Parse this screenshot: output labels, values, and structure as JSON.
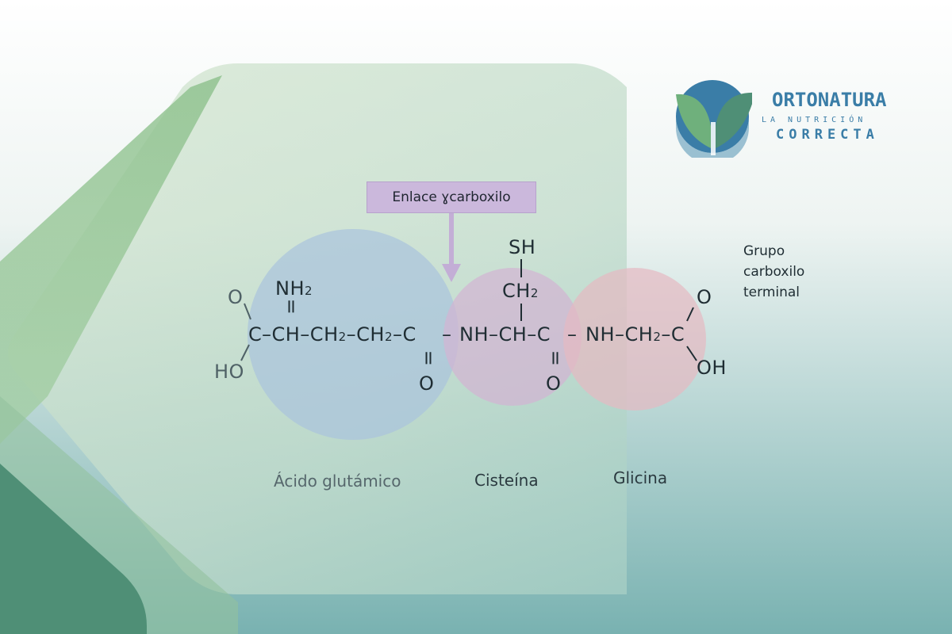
{
  "brand": {
    "name": "ORTONATURA",
    "tagline_1": "LA NUTRICIÓN",
    "tagline_2": "CORRECTA"
  },
  "callout": {
    "label": "Enlace ɣcarboxilo"
  },
  "structure": {
    "o_top_left": "O",
    "c_left": "C",
    "ho_left": "HO",
    "nh": "NH",
    "nh_sub": "2",
    "dbl_bond_symbol": "=",
    "glu_chain_1": "–CH–CH",
    "sub2a": "2",
    "glu_chain_2": "–CH",
    "sub2b": "2",
    "glu_chain_3": "–C",
    "link_1": "–",
    "o_glu": "O",
    "cys_chain": "NH–CH–C",
    "link_2": "–",
    "o_cys": "O",
    "sh": "SH",
    "ch": "CH",
    "ch_sub": "2",
    "gly_chain_1": "NH–CH",
    "sub2c": "2",
    "gly_chain_2": "–C",
    "o_gly_top": "O",
    "oh_gly": "OH"
  },
  "residues": {
    "glutamic": "Ácido glutámico",
    "cysteine": "Cisteína",
    "glycine": "Glicina"
  },
  "terminal_note": "Grupo carboxilo terminal",
  "colors": {
    "glu_circle": "#a9c3dd",
    "cys_circle": "#d3b4d3",
    "gly_circle": "#e6b9c2",
    "callout": "#cbb8dc",
    "brand_blue": "#3a7da7",
    "brand_green": "#6fb07c"
  }
}
